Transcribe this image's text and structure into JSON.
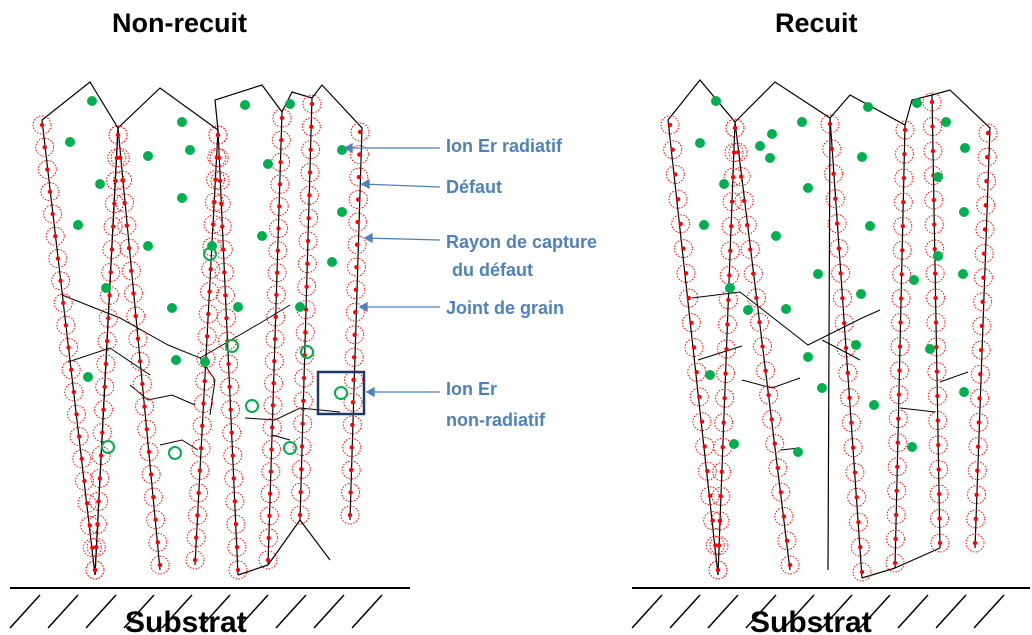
{
  "titles": {
    "left": "Non-recuit",
    "right": "Recuit"
  },
  "legend": {
    "radiative_ion": "Ion Er radiatif",
    "defect": "Défaut",
    "capture_radius_line1": "Rayon de capture",
    "capture_radius_line2": "du défaut",
    "grain_boundary": "Joint de grain",
    "nonradiative_line1": "Ion Er",
    "nonradiative_line2": "non-radiatif"
  },
  "substrate": {
    "left": "Substrat",
    "right": "Substrat"
  },
  "colors": {
    "label": "#4F81BD",
    "radiative": "#00B050",
    "defect": "#FF0000",
    "nonradiative_box": "#1F3864"
  }
}
